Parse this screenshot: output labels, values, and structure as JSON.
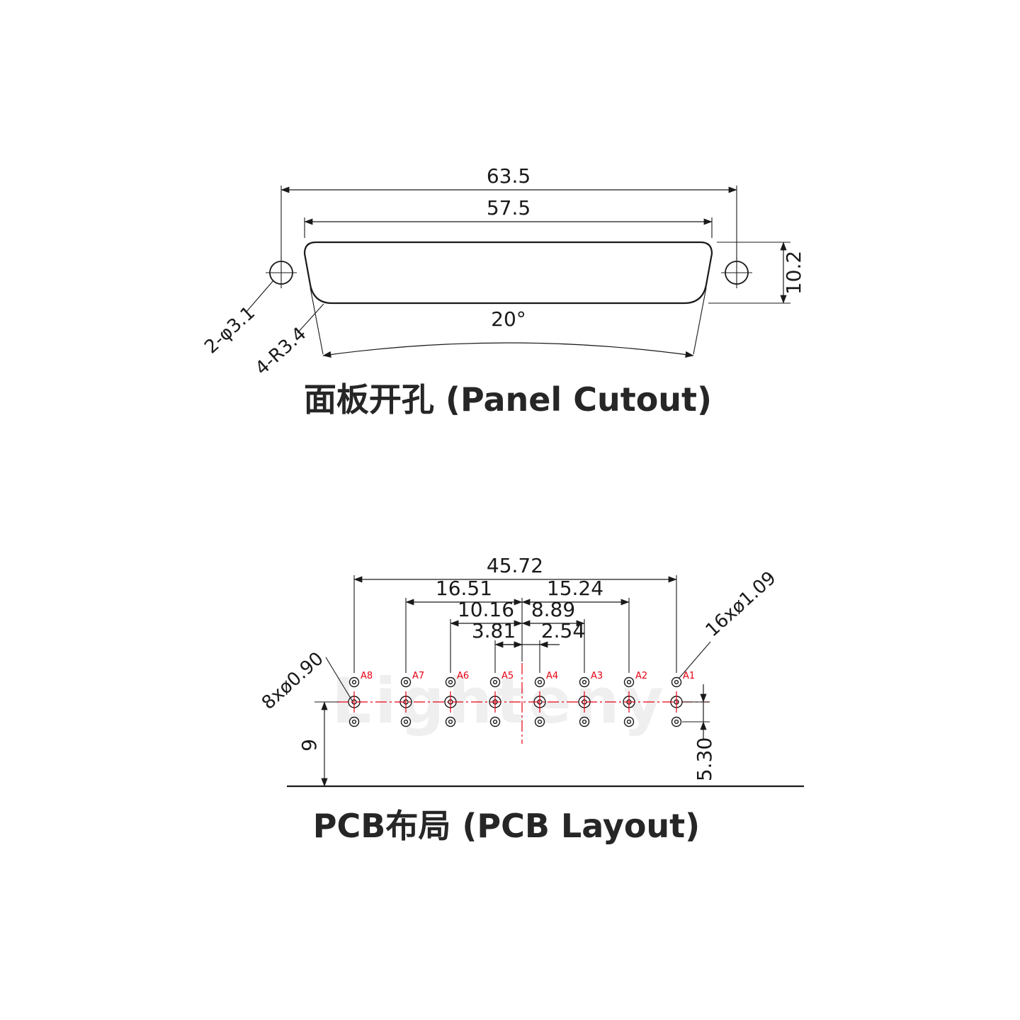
{
  "panel_cutout": {
    "title": "面板开孔 (Panel Cutout)",
    "dim_width_outer": "63.5",
    "dim_width_inner": "57.5",
    "dim_height": "10.2",
    "dim_angle": "20°",
    "label_mount_holes": "2-φ3.1",
    "label_corner_radius": "4-R3.4"
  },
  "pcb_layout": {
    "title": "PCB布局 (PCB Layout)",
    "watermark": "Lighteny",
    "dim_total_span": "45.72",
    "dim_left_outer": "16.51",
    "dim_right_outer": "15.24",
    "dim_left_mid": "10.16",
    "dim_right_mid": "8.89",
    "dim_left_inner": "3.81",
    "dim_right_inner": "2.54",
    "dim_row_offset": "5.30",
    "dim_edge_distance": "9",
    "label_small_holes": "8xø0.90",
    "label_signal_holes": "16xø1.09",
    "pin_labels": [
      "A8",
      "A7",
      "A6",
      "A5",
      "A4",
      "A3",
      "A2",
      "A1"
    ]
  },
  "colors": {
    "line": "#1a1a1a",
    "accent_red": "#e60012",
    "watermark_gray": "#e0e0e0"
  }
}
